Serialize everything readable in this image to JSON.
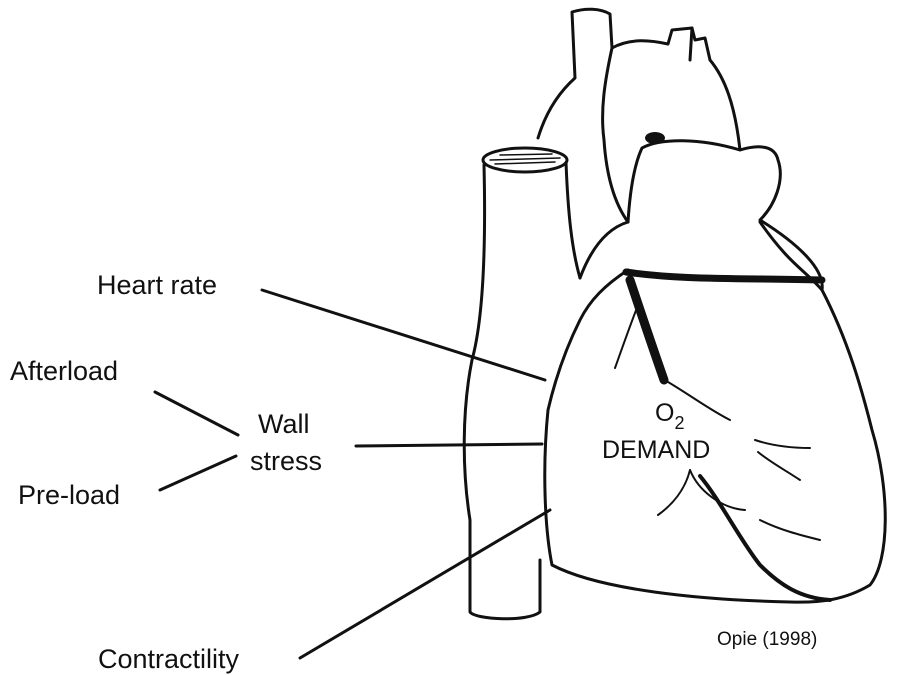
{
  "labels": {
    "heart_rate": "Heart rate",
    "afterload": "Afterload",
    "wall": "Wall",
    "stress": "stress",
    "pre_load": "Pre-load",
    "contractility": "Contractility",
    "o2_o": "O",
    "o2_sub": "2",
    "demand": "DEMAND",
    "citation": "Opie (1998)"
  }
}
